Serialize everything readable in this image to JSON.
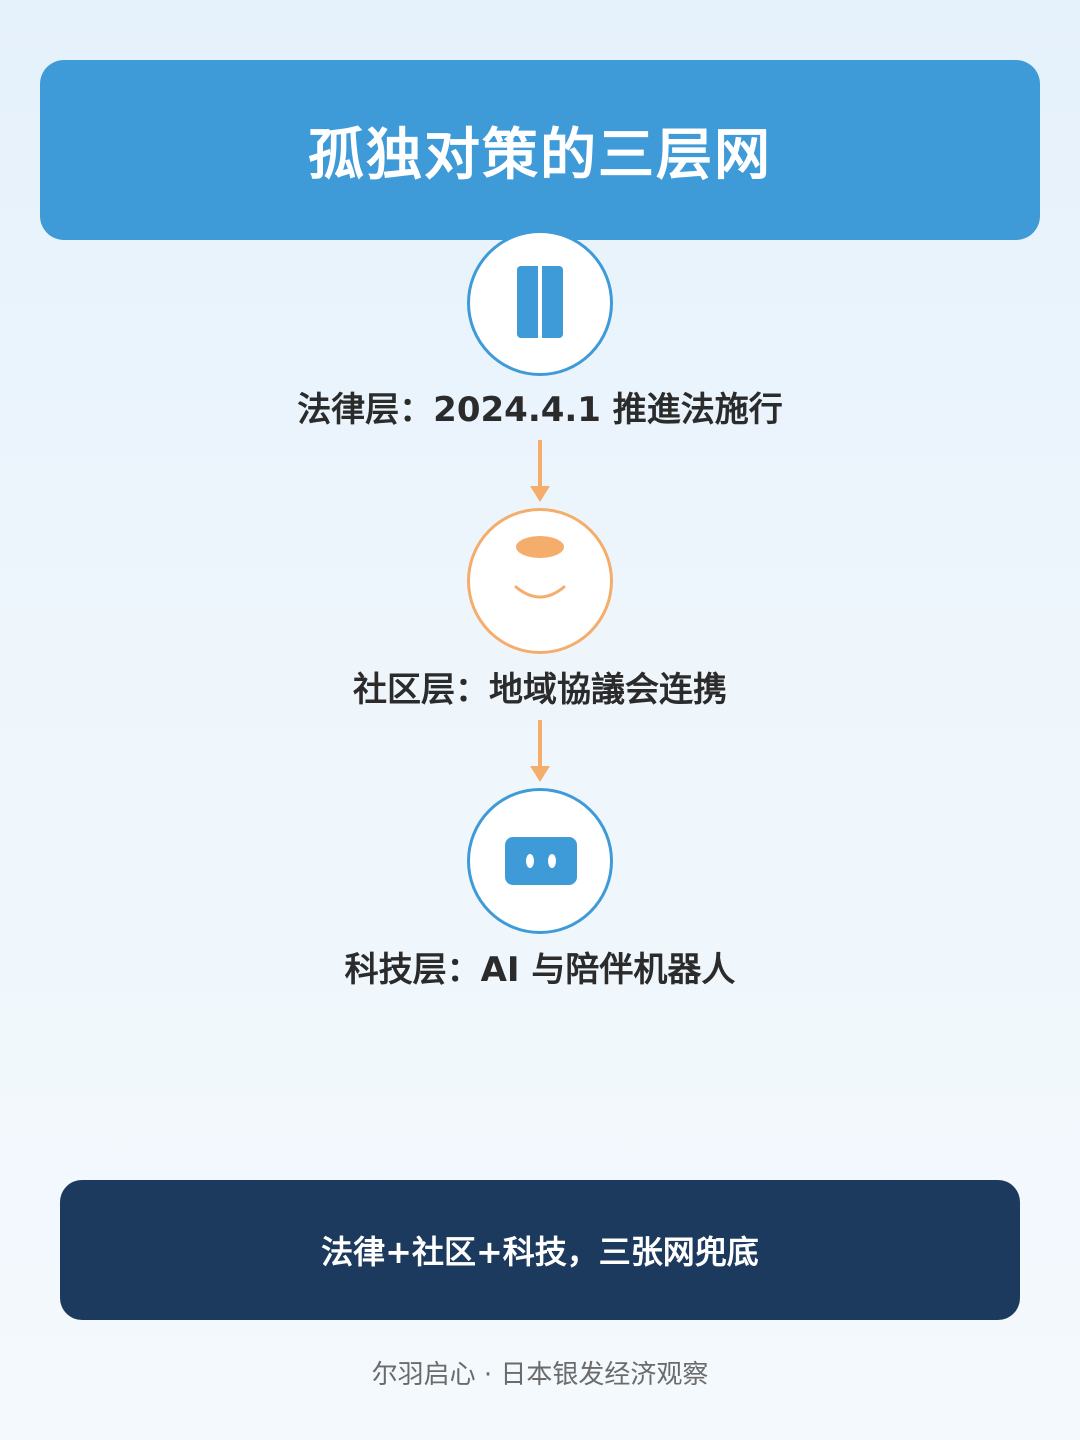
{
  "header": {
    "title": "孤独对策的三层网"
  },
  "layers": [
    {
      "label": "法律层：2024.4.1 推進法施行",
      "icon": "law-book-icon",
      "color": "#3f9ad8"
    },
    {
      "label": "社区层：地域協議会连携",
      "icon": "smiley-face-icon",
      "color": "#f5ad6c"
    },
    {
      "label": "科技层：AI 与陪伴机器人",
      "icon": "robot-face-icon",
      "color": "#3f9ad8"
    }
  ],
  "summary": {
    "text": "法律+社区+科技，三张网兜底"
  },
  "credit": {
    "text": "尔羽启心 · 日本银发经济观察"
  },
  "colors": {
    "primary": "#3f9ad8",
    "accent": "#f5ad6c",
    "dark": "#1c3a5e"
  }
}
